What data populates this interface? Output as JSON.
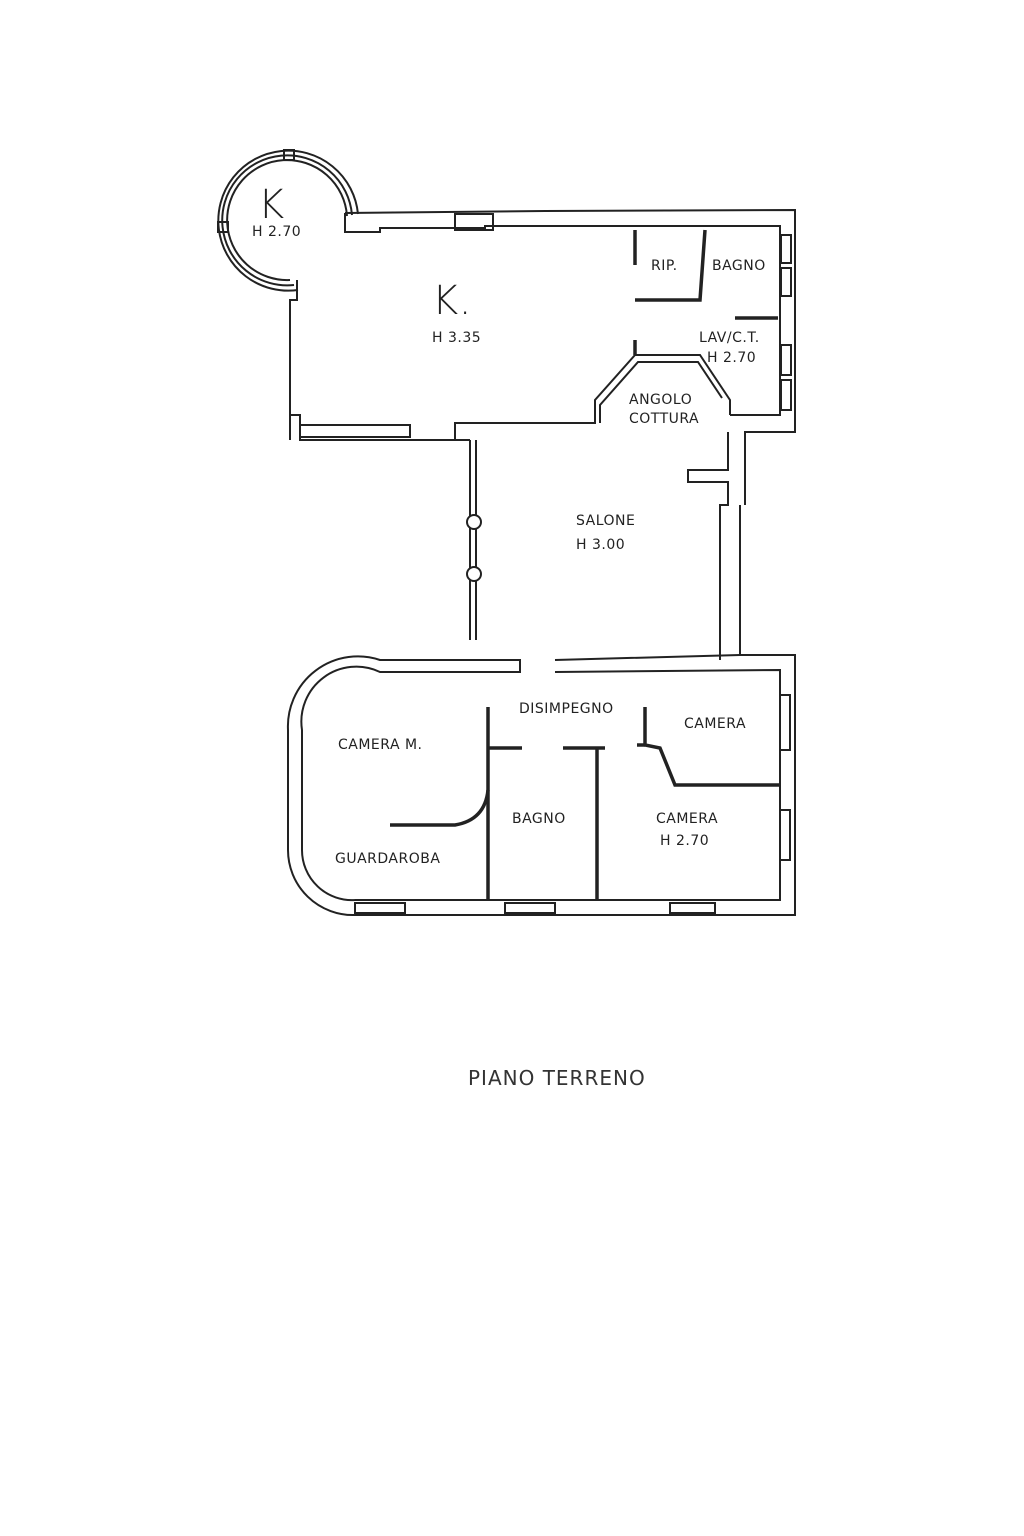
{
  "plan": {
    "title": "PIANO TERRENO",
    "rooms": {
      "tower": {
        "label": "K",
        "height": "H 2.70"
      },
      "main_k": {
        "label": "K.",
        "height": "H 3.35"
      },
      "rip": {
        "label": "RIP."
      },
      "bagno_top": {
        "label": "BAGNO"
      },
      "lav": {
        "label": "LAV/C.T.",
        "height": "H 2.70"
      },
      "angolo": {
        "label": "ANGOLO",
        "label2": "COTTURA"
      },
      "salone": {
        "label": "SALONE",
        "height": "H 3.00"
      },
      "disimpegno": {
        "label": "DISIMPEGNO"
      },
      "camera_m": {
        "label": "CAMERA M."
      },
      "guardaroba": {
        "label": "GUARDAROBA"
      },
      "bagno_bottom": {
        "label": "BAGNO"
      },
      "camera1": {
        "label": "CAMERA"
      },
      "camera2": {
        "label": "CAMERA",
        "height": "H 2.70"
      }
    }
  }
}
